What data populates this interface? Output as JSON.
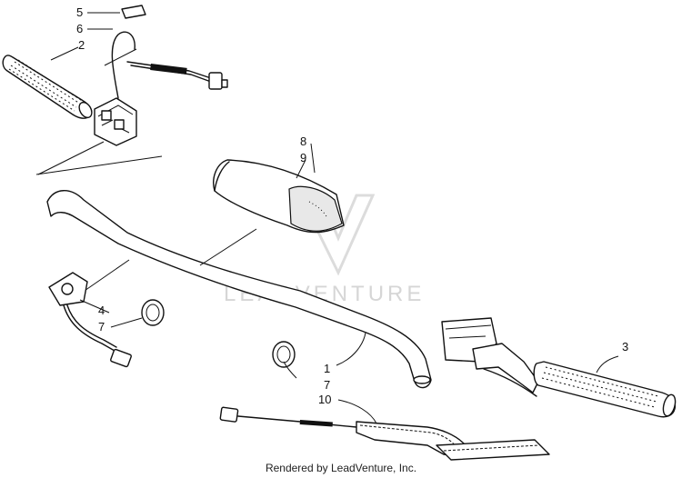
{
  "watermark": "LEADVENTURE",
  "footer": "Rendered by LeadVenture, Inc.",
  "callouts": {
    "c1": "1",
    "c2": "2",
    "c3": "3",
    "c4": "4",
    "c5": "5",
    "c6": "6",
    "c7a": "7",
    "c7b": "7",
    "c8": "8",
    "c9": "9",
    "c10": "10"
  }
}
